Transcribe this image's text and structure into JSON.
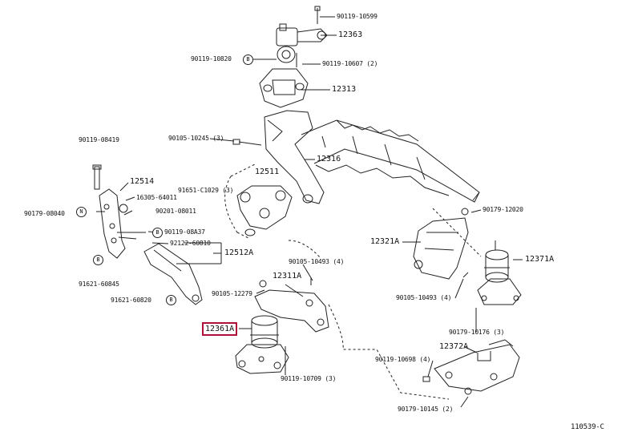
{
  "diagram_code": "110539-C",
  "highlighted_part": "12361A",
  "parts": {
    "p_90119_10599": "90119-10599",
    "p_12363": "12363",
    "p_90119_10820": "90119-10820",
    "p_90119_10607": "90119-10607 (2)",
    "p_12313": "12313",
    "p_90119_08419": "90119-08419",
    "p_90105_10245": "90105-10245 (3)",
    "p_12316": "12316",
    "p_12511": "12511",
    "p_12514": "12514",
    "p_91651_c1029": "91651-C1029 (3)",
    "p_16305_64011": "16305-64011",
    "p_90179_08040": "90179-08040",
    "p_90201_08011": "90201-08011",
    "p_90119_08a37": "90119-08A37",
    "p_92122_60810": "92122-60810",
    "p_12512a": "12512A",
    "p_91621_60845": "91621-60845",
    "p_91621_60820": "91621-60820",
    "p_90105_10493_4": "90105-10493 (4)",
    "p_12311a": "12311A",
    "p_90105_12279": "90105-12279",
    "p_12361a": "12361A",
    "p_90119_10709": "90119-10709 (3)",
    "p_90179_12020": "90179-12020",
    "p_12321a": "12321A",
    "p_12371a": "12371A",
    "p_90105_10493_b": "90105-10493 (4)",
    "p_90179_10176": "90179-10176 (3)",
    "p_12372a": "12372A",
    "p_90119_10698": "90119-10698 (4)",
    "p_90179_10145": "90179-10145 (2)"
  },
  "ref_marks": {
    "b": "B",
    "n": "N"
  },
  "colors": {
    "ink": "#222222",
    "highlight": "#b0103a"
  }
}
